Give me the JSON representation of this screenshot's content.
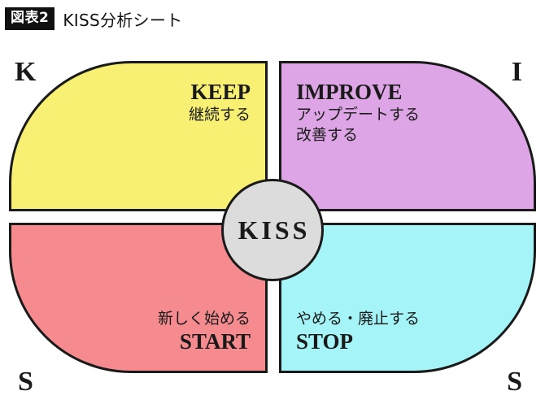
{
  "header": {
    "badge": "図表2",
    "title": "KISS分析シート"
  },
  "diagram": {
    "center": {
      "label": "KISS"
    },
    "corners": {
      "top_left": "K",
      "top_right": "I",
      "bottom_left": "S",
      "bottom_right": "S"
    },
    "quadrants": [
      {
        "key": "keep",
        "title": "KEEP",
        "lines": [
          "継続する"
        ],
        "color": "#f7f073"
      },
      {
        "key": "improve",
        "title": "IMPROVE",
        "lines": [
          "アップデートする",
          "改善する"
        ],
        "color": "#dda5e5"
      },
      {
        "key": "start",
        "title": "START",
        "lines": [
          "新しく始める"
        ],
        "color": "#f58b8f"
      },
      {
        "key": "stop",
        "title": "STOP",
        "lines": [
          "やめる・廃止する"
        ],
        "color": "#a5f5f8"
      }
    ]
  },
  "colors": {
    "background": "#ffffff",
    "ink": "#1a1a1a",
    "badge_background": "#111111",
    "badge_text": "#ffffff",
    "center_fill": "#dcdcdc"
  }
}
